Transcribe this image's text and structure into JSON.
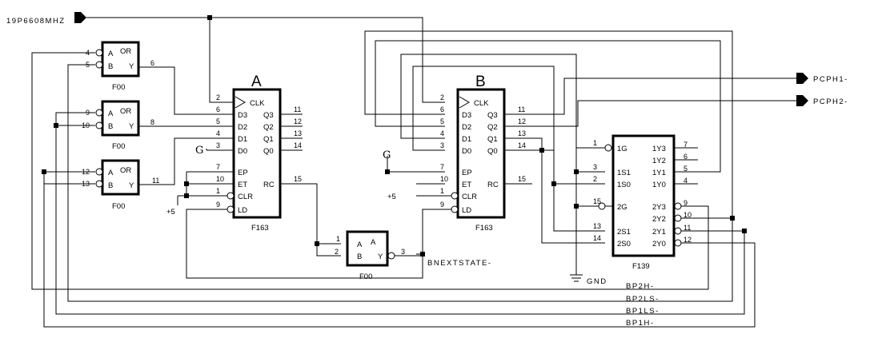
{
  "clock_net": "19P6608MHZ",
  "outputs": {
    "pcph1": "PCPH1-",
    "pcph2": "PCPH2-"
  },
  "power": {
    "plus5_a": "+5",
    "plus5_b": "+5",
    "g_a": "G",
    "g_b": "G",
    "gnd": "GND"
  },
  "nets": {
    "bnextstate": "BNEXTSTATE-",
    "bp2h": "BP2H-",
    "bp2ls": "BP2LS-",
    "bp1ls": "BP1LS-",
    "bp1h": "BP1H-"
  },
  "gates": [
    {
      "part": "F00",
      "title": "OR",
      "in_a": "A",
      "in_b": "B",
      "out": "Y",
      "pin_a": "4",
      "pin_b": "5",
      "pin_y": "6"
    },
    {
      "part": "F00",
      "title": "OR",
      "in_a": "A",
      "in_b": "B",
      "out": "Y",
      "pin_a": "9",
      "pin_b": "10",
      "pin_y": "8"
    },
    {
      "part": "F00",
      "title": "OR",
      "in_a": "A",
      "in_b": "B",
      "out": "Y",
      "pin_a": "12",
      "pin_b": "13",
      "pin_y": "11"
    },
    {
      "part": "F00",
      "title": "A",
      "in_a": "A",
      "in_b": "B",
      "out": "Y",
      "pin_a": "1",
      "pin_b": "2",
      "pin_y": "3"
    }
  ],
  "counters": [
    {
      "name": "A",
      "part": "F163",
      "left": [
        {
          "pin": "2",
          "label": "CLK"
        },
        {
          "pin": "6",
          "label": "D3"
        },
        {
          "pin": "5",
          "label": "D2"
        },
        {
          "pin": "4",
          "label": "D1"
        },
        {
          "pin": "3",
          "label": "D0"
        },
        {
          "pin": "7",
          "label": "EP"
        },
        {
          "pin": "10",
          "label": "ET"
        },
        {
          "pin": "1",
          "label": "CLR"
        },
        {
          "pin": "9",
          "label": "LD"
        }
      ],
      "right": [
        {
          "pin": "11",
          "label": "Q3"
        },
        {
          "pin": "12",
          "label": "Q2"
        },
        {
          "pin": "13",
          "label": "Q1"
        },
        {
          "pin": "14",
          "label": "Q0"
        },
        {
          "pin": "15",
          "label": "RC"
        }
      ]
    },
    {
      "name": "B",
      "part": "F163",
      "left": [
        {
          "pin": "2",
          "label": "CLK"
        },
        {
          "pin": "6",
          "label": "D3"
        },
        {
          "pin": "5",
          "label": "D2"
        },
        {
          "pin": "4",
          "label": "D1"
        },
        {
          "pin": "3",
          "label": "D0"
        },
        {
          "pin": "7",
          "label": "EP"
        },
        {
          "pin": "10",
          "label": "ET"
        },
        {
          "pin": "1",
          "label": "CLR"
        },
        {
          "pin": "9",
          "label": "LD"
        }
      ],
      "right": [
        {
          "pin": "11",
          "label": "Q3"
        },
        {
          "pin": "12",
          "label": "Q2"
        },
        {
          "pin": "13",
          "label": "Q1"
        },
        {
          "pin": "14",
          "label": "Q0"
        },
        {
          "pin": "15",
          "label": "RC"
        }
      ]
    }
  ],
  "decoder": {
    "part": "F139",
    "left": [
      {
        "pin": "1",
        "label": "1G"
      },
      {
        "pin": "3",
        "label": "1S1"
      },
      {
        "pin": "2",
        "label": "1S0"
      },
      {
        "pin": "15",
        "label": "2G"
      },
      {
        "pin": "13",
        "label": "2S1"
      },
      {
        "pin": "14",
        "label": "2S0"
      }
    ],
    "right": [
      {
        "pin": "7",
        "label": "1Y3"
      },
      {
        "pin": "6",
        "label": "1Y2"
      },
      {
        "pin": "5",
        "label": "1Y1"
      },
      {
        "pin": "4",
        "label": "1Y0"
      },
      {
        "pin": "9",
        "label": "2Y3"
      },
      {
        "pin": "10",
        "label": "2Y2"
      },
      {
        "pin": "11",
        "label": "2Y1"
      },
      {
        "pin": "12",
        "label": "2Y0"
      }
    ]
  }
}
